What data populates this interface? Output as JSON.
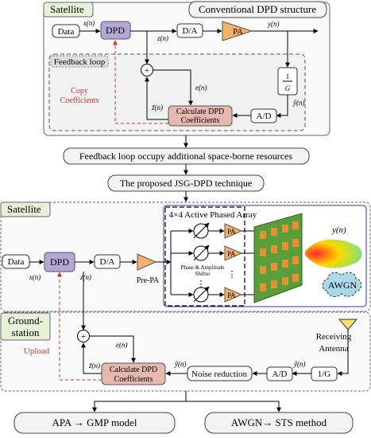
{
  "panels": {
    "satellite_top": "Satellite",
    "conventional_title": "Conventional DPD structure",
    "feedback_loop": "Feedback loop",
    "satellite_bottom": "Satellite",
    "ground_station_line1": "Ground-",
    "ground_station_line2": "station"
  },
  "blocks": {
    "data": "Data",
    "dpd": "DPD",
    "da": "D/A",
    "pa": "PA",
    "ad": "A/D",
    "inv_g_num": "1",
    "inv_g_den": "G",
    "calc_line1": "Calculate DPD",
    "calc_line2": "Coefficients",
    "pre_pa": "Pre-PA",
    "array_title": "4×4 Active Phased Array",
    "shifter_line1": "Phase & Amplitude",
    "shifter_line2": "Shifter",
    "awgn": "AWGN",
    "noise_reduction": "Noise reduction",
    "one_over_g": "1/G",
    "receiving_line1": "Receiving",
    "receiving_line2": "Antenna",
    "dots": "⋮"
  },
  "signals": {
    "x_n": "x(n)",
    "z_n": "z(n)",
    "y_n": "y(n)",
    "e_n": "e(n)",
    "z_hat_n": "z̃(n)",
    "y_hat_n": "ỹ(n)",
    "plus": "+"
  },
  "annotations": {
    "copy_line1": "Copy",
    "copy_line2": "Coefficients",
    "upload": "Upload"
  },
  "flow": {
    "step1": "Feedback loop occupy additional space-borne resources",
    "step2": "The proposed JSG-DPD technique",
    "out_left": "APA → GMP model",
    "out_right": "AWGN→ STS method"
  },
  "colors": {
    "dpd_fill": "#b4a7d6",
    "calc_fill": "#e6b8af",
    "pa_fill": "#f6b26b",
    "array_fill": "#5a9e3a",
    "element_fill": "#e69138",
    "awgn_fill": "#a9d8e8",
    "panel_bg": "#f3f3f3",
    "red": "#c0392b"
  }
}
